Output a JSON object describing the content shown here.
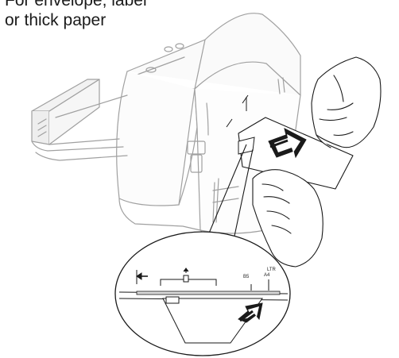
{
  "caption": {
    "line1": "For envelope, label",
    "line2": "or thick paper"
  },
  "detail": {
    "label_b5": "B5",
    "label_a4": "A4",
    "label_ltr": "LTR"
  },
  "colors": {
    "printer_stroke": "#9a9a9a",
    "ink": "#1a1a1a"
  }
}
